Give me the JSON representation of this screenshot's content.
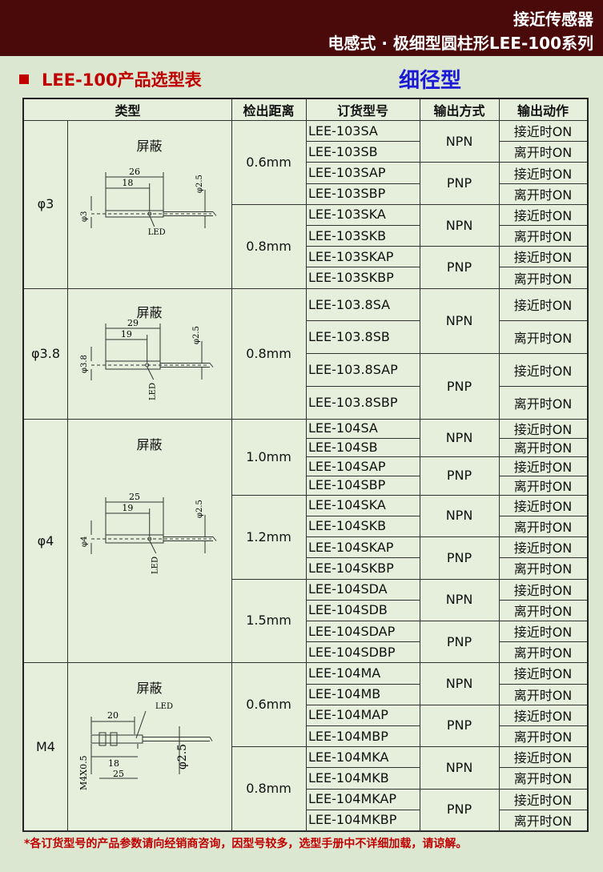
{
  "header": {
    "line1": "接近传感器",
    "line2": "电感式 · 极细型圆柱形LEE-100系列"
  },
  "section": {
    "title": "LEE-100产品选型表",
    "subtitle": "细径型"
  },
  "table": {
    "headers": {
      "type": "类型",
      "distance": "检出距离",
      "order": "订货型号",
      "output": "输出方式",
      "action": "输出动作"
    },
    "shield_label": "屏蔽",
    "groups": [
      {
        "name": "φ3",
        "drawing": {
          "d1": "26",
          "d2": "18",
          "dia": "φ3",
          "wire": "φ2.5",
          "led": "LED"
        }
      },
      {
        "name": "φ3.8",
        "drawing": {
          "d1": "29",
          "d2": "19",
          "dia": "φ3.8",
          "wire": "φ2.5",
          "led": "LED"
        }
      },
      {
        "name": "φ4",
        "drawing": {
          "d1": "25",
          "d2": "19",
          "dia": "φ4",
          "wire": "φ2.5",
          "led": "LED"
        }
      },
      {
        "name": "M4",
        "drawing": {
          "d1": "20",
          "d2": "18",
          "d3": "25",
          "dia": "M4X0.5",
          "wire": "φ2.5",
          "led": "LED"
        }
      }
    ],
    "distances": [
      "0.6mm",
      "0.8mm",
      "0.8mm",
      "1.0mm",
      "1.2mm",
      "1.5mm",
      "0.6mm",
      "0.8mm"
    ],
    "outputs": {
      "npn": "NPN",
      "pnp": "PNP"
    },
    "actions": {
      "near": "接近时ON",
      "away": "离开时ON"
    },
    "models": [
      "LEE-103SA",
      "LEE-103SB",
      "LEE-103SAP",
      "LEE-103SBP",
      "LEE-103SKA",
      "LEE-103SKB",
      "LEE-103SKAP",
      "LEE-103SKBP",
      "LEE-103.8SA",
      "LEE-103.8SB",
      "LEE-103.8SAP",
      "LEE-103.8SBP",
      "LEE-104SA",
      "LEE-104SB",
      "LEE-104SAP",
      "LEE-104SBP",
      "LEE-104SKA",
      "LEE-104SKB",
      "LEE-104SKAP",
      "LEE-104SKBP",
      "LEE-104SDA",
      "LEE-104SDB",
      "LEE-104SDAP",
      "LEE-104SDBP",
      "LEE-104MA",
      "LEE-104MB",
      "LEE-104MAP",
      "LEE-104MBP",
      "LEE-104MKA",
      "LEE-104MKB",
      "LEE-104MKAP",
      "LEE-104MKBP"
    ]
  },
  "footnote": "*各订货型号的产品参数请向经销商咨询，因型号较多，选型手册中不详细加载，请谅解。"
}
